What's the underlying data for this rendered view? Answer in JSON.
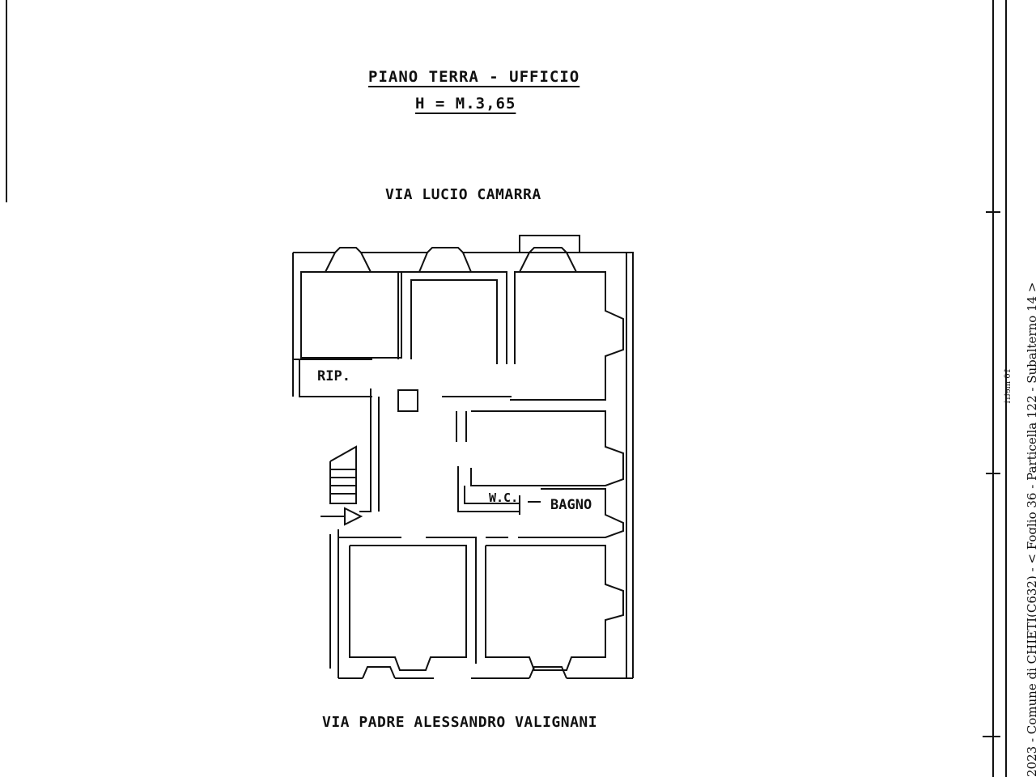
{
  "header": {
    "title": "PIANO TERRA - UFFICIO",
    "height": "H = M.3,65"
  },
  "streets": {
    "top": "VIA LUCIO CAMARRA",
    "bottom": "VIA PADRE ALESSANDRO VALIGNANI"
  },
  "rooms": {
    "rip": "RIP.",
    "wc": "W.C.",
    "bagno": "BAGNO"
  },
  "margin": {
    "cadastral_note": "2023 - Comune di CHIETI(C632) - <  Foglio 36 - Particella  122 - Subalterno 14 >",
    "stamp_text": "10 metri"
  }
}
